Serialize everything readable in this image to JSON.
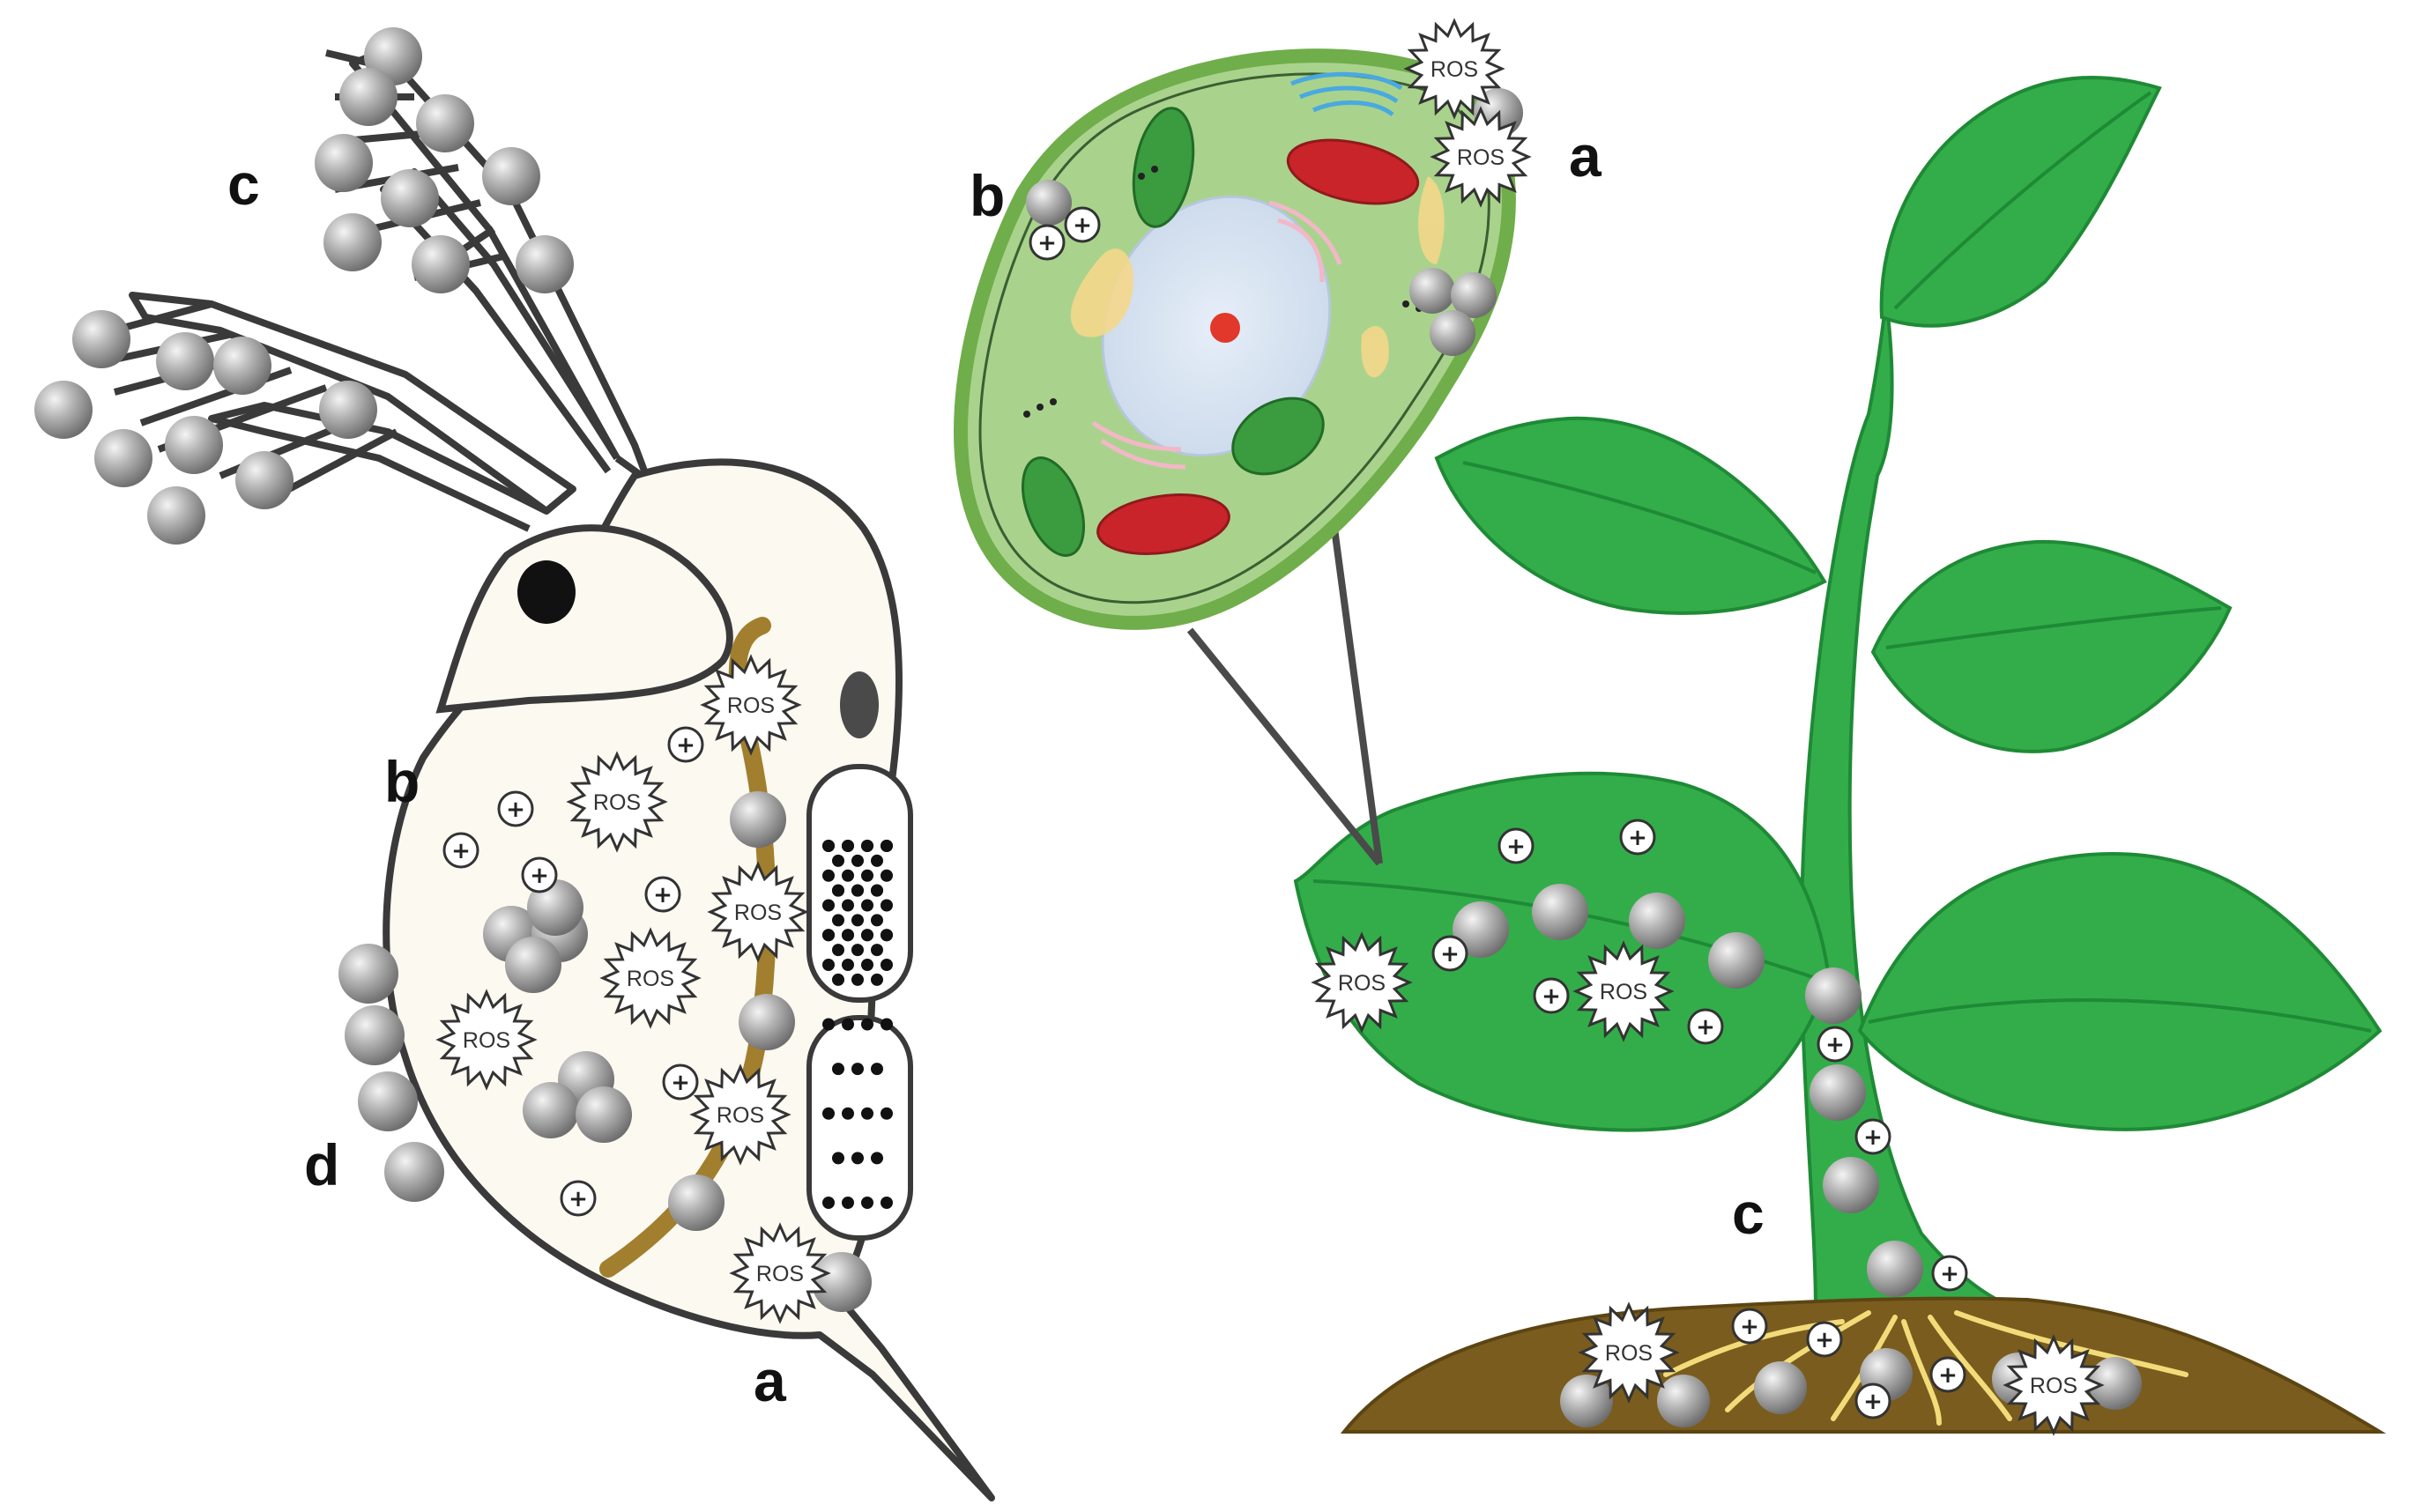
{
  "labels": {
    "daphnia": {
      "a": "a",
      "b": "b",
      "c": "c",
      "d": "d"
    },
    "cell": {
      "a": "a",
      "b": "b"
    },
    "plant": {
      "c": "c"
    }
  },
  "symbols": {
    "ros": "ROS",
    "positive": "+"
  },
  "colors": {
    "nanoparticle": "#9b9b9b",
    "plant_green": "#33ad4a",
    "soil": "#7a5c1e",
    "cell_fill": "#a9d38c",
    "nucleus": "#dbe6f3",
    "daphnia_body": "#fcf9f1",
    "gut": "#a17f2e"
  }
}
